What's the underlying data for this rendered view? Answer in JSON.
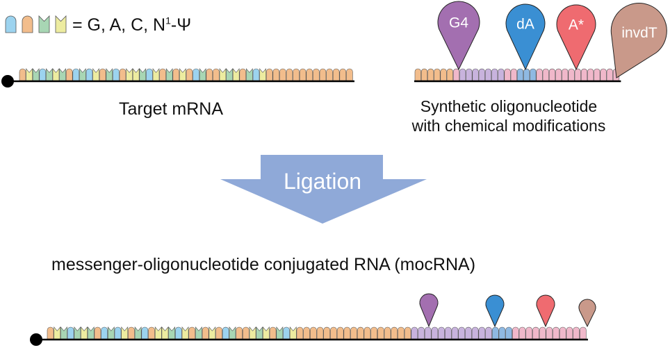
{
  "colors": {
    "G": "#9cd3ef",
    "A": "#f2bd8c",
    "C": "#a8d6b4",
    "N1psi": "#edeca0",
    "pink": "#f0b8ca",
    "lilac": "#c8b3dd",
    "blue_mod": "#8fb9e2",
    "G4": "#a36fb0",
    "dA": "#3a8fd3",
    "Astar": "#ef6b70",
    "invdT": "#c9998a",
    "arrow": "#8fa9d8",
    "line": "#000000"
  },
  "legend": {
    "text_main": "= G, A, C, N",
    "text_sup": "1",
    "text_tail": "-Ψ"
  },
  "target_mrna": {
    "label": "Target mRNA",
    "sequence": "ANCGCNCAGCGNACGANNCGNACANAGCAANCNACGNAAAAAAAAAAAAA"
  },
  "oligo": {
    "label_line1": "Synthetic oligonucleotide",
    "label_line2": "with chemical modifications",
    "sequence": "AAAAAApLLLLLLLPPBBBPPPPPPPPPPPPP",
    "modifications": [
      {
        "name": "G4",
        "color_key": "G4"
      },
      {
        "name": "dA",
        "color_key": "dA"
      },
      {
        "name": "A*",
        "color_key": "Astar"
      },
      {
        "name": "invdT",
        "color_key": "invdT"
      }
    ]
  },
  "arrow": {
    "label": "Ligation"
  },
  "mocrna": {
    "label": "messenger-oligonucleotide conjugated RNA (mocRNA)",
    "sequence": "ANCGCNCAGCGNACGANNCGNACANAGCAANCNACGNAAAAAAAAAAAAAAAAALLLLLLLLLLLLBBBPPPPPPPPPPP"
  }
}
